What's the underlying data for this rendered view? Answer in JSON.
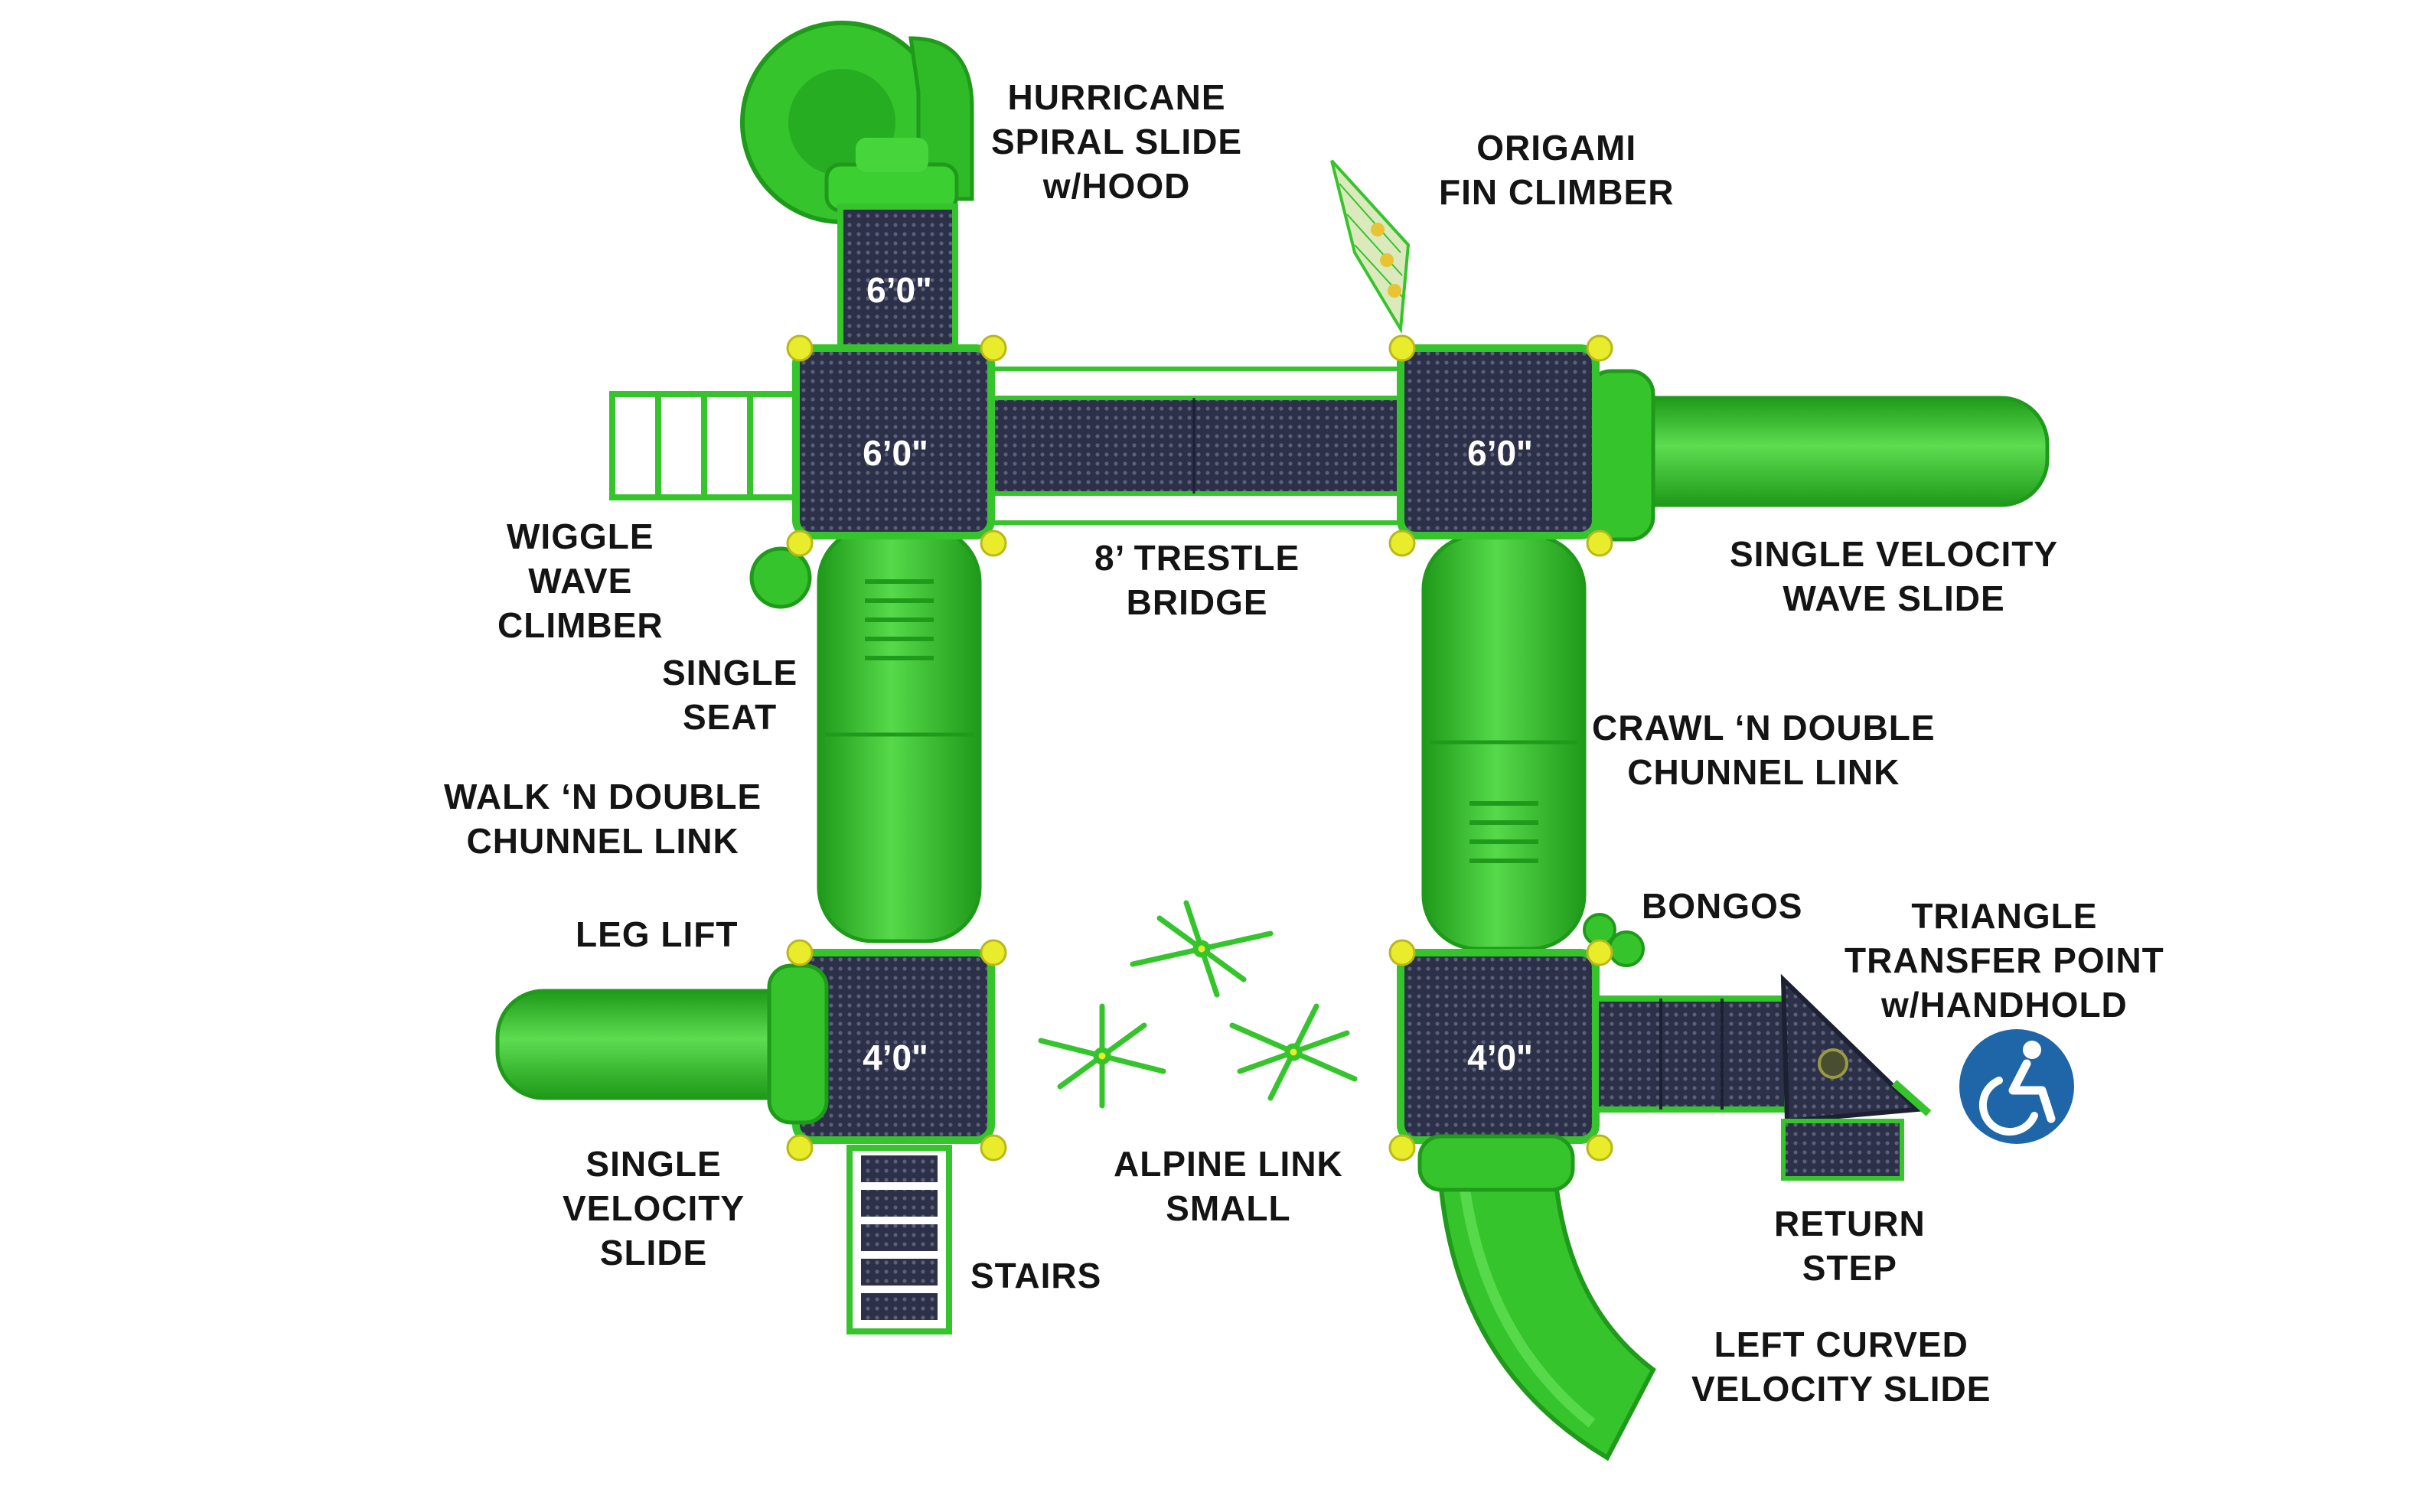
{
  "labels": {
    "hurricane": [
      "HURRICANE",
      "SPIRAL SLIDE",
      "w/HOOD"
    ],
    "origami": [
      "ORIGAMI",
      "FIN CLIMBER"
    ],
    "wiggle": [
      "WIGGLE",
      "WAVE",
      "CLIMBER"
    ],
    "trestle": [
      "8’ TRESTLE",
      "BRIDGE"
    ],
    "wave_slide": [
      "SINGLE VELOCITY",
      "WAVE SLIDE"
    ],
    "single_seat": [
      "SINGLE",
      "SEAT"
    ],
    "crawl": [
      "CRAWL ‘N DOUBLE",
      "CHUNNEL LINK"
    ],
    "walk": [
      "WALK ‘N DOUBLE",
      "CHUNNEL LINK"
    ],
    "bongos": [
      "BONGOS"
    ],
    "triangle": [
      "TRIANGLE",
      "TRANSFER POINT",
      "w/HANDHOLD"
    ],
    "leg_lift": [
      "LEG LIFT"
    ],
    "velocity_slide": [
      "SINGLE",
      "VELOCITY",
      "SLIDE"
    ],
    "alpine": [
      "ALPINE LINK",
      "SMALL"
    ],
    "return_step": [
      "RETURN",
      "STEP"
    ],
    "stairs": [
      "STAIRS"
    ],
    "curved_slide": [
      "LEFT CURVED",
      "VELOCITY SLIDE"
    ]
  },
  "deck_heights": {
    "top_tower": "6’0\"",
    "top_left": "6’0\"",
    "top_right": "6’0\"",
    "bottom_left": "4’0\"",
    "bottom_right": "4’0\""
  },
  "colors": {
    "plastic_green": "#35c42c",
    "plastic_dark": "#1f9a1a",
    "deck_navy": "#2c3149",
    "post_yellow": "#e8ec2a",
    "accessibility_blue": "#1f66a8"
  },
  "icons": [
    "wheelchair-accessibility-icon"
  ]
}
